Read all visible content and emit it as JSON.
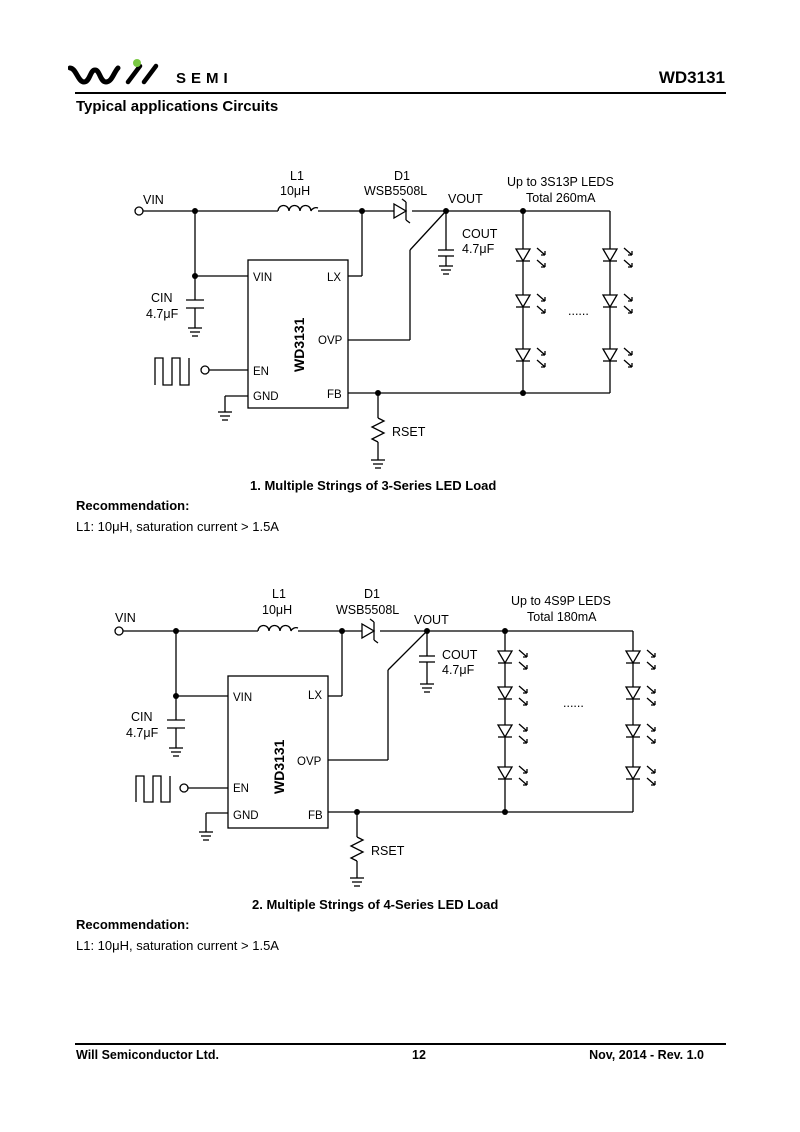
{
  "header": {
    "logo_text": "SEMI",
    "part_number": "WD3131",
    "brand_color": "#7ac943"
  },
  "section_title": "Typical applications Circuits",
  "circuits": [
    {
      "chip_label": "WD3131",
      "vin": "VIN",
      "l_name": "L1",
      "l_value": "10μH",
      "d_name": "D1",
      "d_part": "WSB5508L",
      "vout": "VOUT",
      "cout_name": "COUT",
      "cout_value": "4.7μF",
      "cin_name": "CIN",
      "cin_value": "4.7μF",
      "rset": "RSET",
      "pins": {
        "vin": "VIN",
        "lx": "LX",
        "ovp": "OVP",
        "en": "EN",
        "gnd": "GND",
        "fb": "FB"
      },
      "leds_line1": "Up to 3S13P LEDS",
      "leds_line2": "Total 260mA",
      "ellipsis": "......",
      "caption": "1.    Multiple Strings of 3-Series LED Load"
    },
    {
      "chip_label": "WD3131",
      "vin": "VIN",
      "l_name": "L1",
      "l_value": "10μH",
      "d_name": "D1",
      "d_part": "WSB5508L",
      "vout": "VOUT",
      "cout_name": "COUT",
      "cout_value": "4.7μF",
      "cin_name": "CIN",
      "cin_value": "4.7μF",
      "rset": "RSET",
      "pins": {
        "vin": "VIN",
        "lx": "LX",
        "ovp": "OVP",
        "en": "EN",
        "gnd": "GND",
        "fb": "FB"
      },
      "leds_line1": "Up to 4S9P LEDS",
      "leds_line2": "Total 180mA",
      "ellipsis": "......",
      "caption": "2.    Multiple Strings of 4-Series LED Load"
    }
  ],
  "recommendations": [
    {
      "title": "Recommendation:",
      "text": "L1: 10μH, saturation current > 1.5A"
    },
    {
      "title": "Recommendation:",
      "text": "L1: 10μH, saturation current > 1.5A"
    }
  ],
  "footer": {
    "company": "Will Semiconductor Ltd.",
    "page": "12",
    "revision": "Nov, 2014 - Rev. 1.0"
  }
}
